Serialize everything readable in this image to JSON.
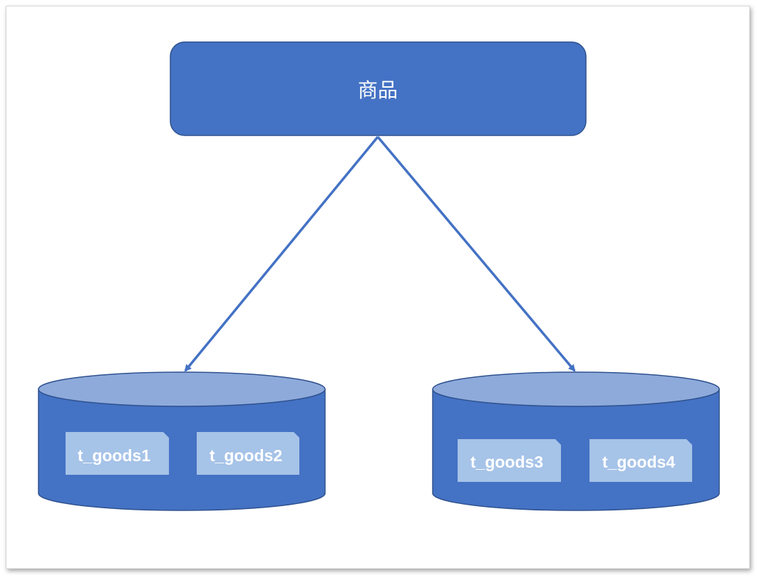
{
  "top_node": {
    "label": "商品"
  },
  "databases": [
    {
      "tables": [
        "t_goods1",
        "t_goods2"
      ]
    },
    {
      "tables": [
        "t_goods3",
        "t_goods4"
      ]
    }
  ],
  "colors": {
    "node_fill": "#4472C4",
    "node_stroke": "#2F528F",
    "cylinder_top": "#8EAADB",
    "table_fill": "#A6C3E8",
    "arrow": "#4472C4"
  }
}
